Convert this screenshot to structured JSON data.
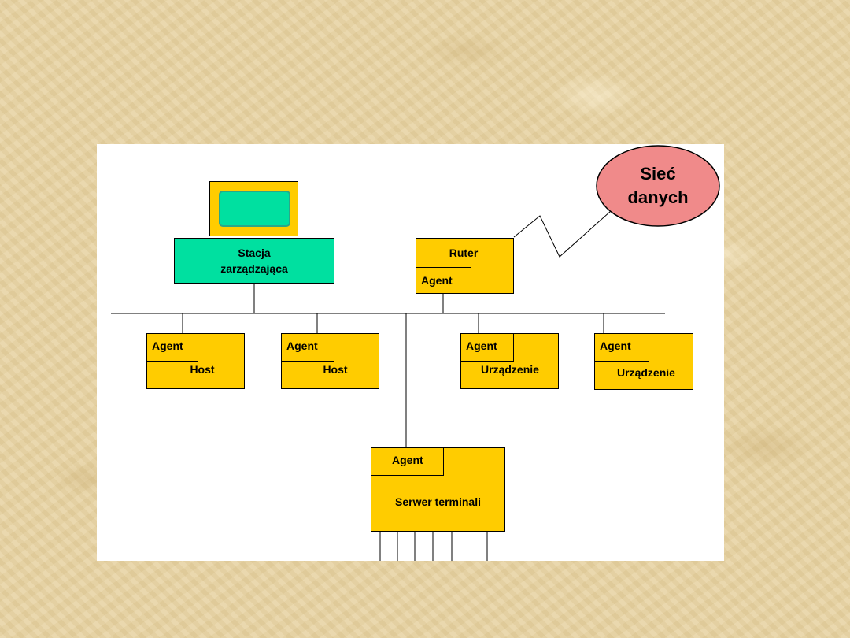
{
  "diagram": {
    "cloud_label_line1": "Sieć",
    "cloud_label_line2": "danych",
    "management_station_line1": "Stacja",
    "management_station_line2": "zarządzająca",
    "router_label": "Ruter",
    "agent_label": "Agent",
    "hosts": [
      {
        "label": "Host"
      },
      {
        "label": "Host"
      }
    ],
    "devices": [
      {
        "label": "Urządzenie"
      },
      {
        "label": "Urządzenie"
      }
    ],
    "terminal_server_label": "Serwer terminali"
  },
  "colors": {
    "node_fill": "#ffcc00",
    "station_fill": "#00e0a0",
    "cloud_fill": "#f08a8a",
    "background": "#e8d4a4"
  }
}
